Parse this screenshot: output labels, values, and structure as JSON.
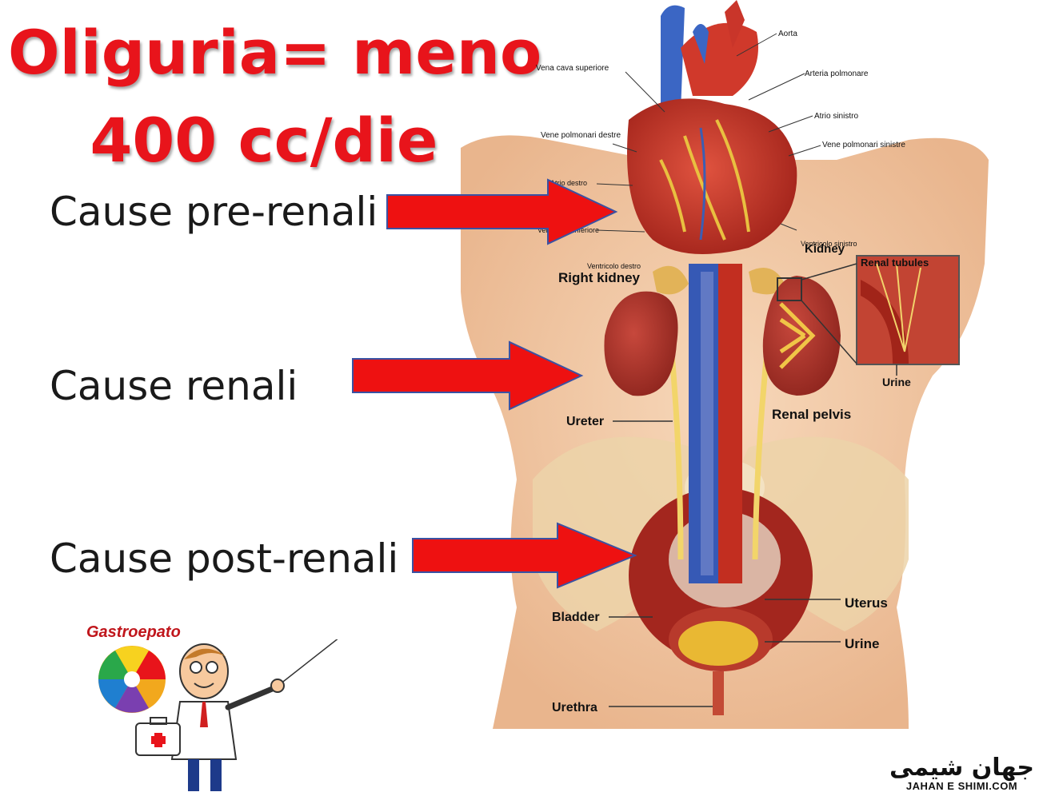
{
  "title": {
    "line1": "Oliguria= meno",
    "line2": "400 cc/die"
  },
  "causes": [
    {
      "label": "Cause pre-renali"
    },
    {
      "label": "Cause renali"
    },
    {
      "label": "Cause post-renali"
    }
  ],
  "colors": {
    "title": "#e8141b",
    "arrow_fill": "#ee1111",
    "arrow_stroke": "#3a52a3",
    "skin": "#f3c9a4"
  },
  "anatomy_labels": {
    "heart": {
      "aorta": "Aorta",
      "vena_cava_superiore": "Vena cava superiore",
      "arteria_polmonare": "Arteria polmonare",
      "atrio_sinistro": "Atrio sinistro",
      "vene_polmonari_destre": "Vene polmonari destre",
      "vene_polmonari_sinistre": "Vene polmonari sinistre",
      "atrio_destro": "Atrio destro",
      "vena_cava_inferiore": "Vena cava inferiore",
      "ventricolo_sinistro": "Ventricolo sinistro",
      "ventricolo_destro": "Ventricolo destro"
    },
    "urinary": {
      "kidney": "Kidney",
      "right_kidney": "Right kidney",
      "renal_tubules": "Renal tubules",
      "urine_top": "Urine",
      "ureter": "Ureter",
      "renal_pelvis": "Renal pelvis",
      "uterus": "Uterus",
      "bladder": "Bladder",
      "urine": "Urine",
      "urethra": "Urethra"
    }
  },
  "logo": {
    "gastro_text": "Gastroepato"
  },
  "watermark": {
    "persian": "جهان شیمی",
    "latin": "JAHAN E SHIMI.COM"
  }
}
